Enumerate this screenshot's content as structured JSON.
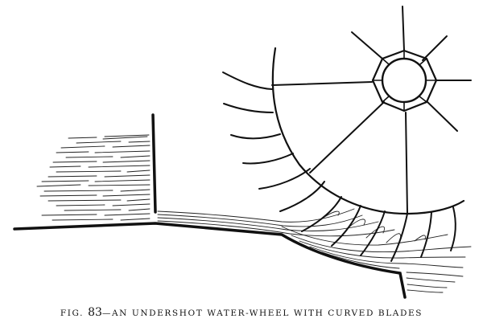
{
  "caption": {
    "prefix": "FIG.",
    "number": "83",
    "dash": "—",
    "text": "AN UNDERSHOT WATER-WHEEL WITH CURVED BLADES"
  },
  "figure": {
    "subject": "undershot water-wheel with curved blades",
    "parts": [
      "wheel-hub",
      "octagonal-hub-collar",
      "spokes",
      "wheel-rim",
      "curved-blades",
      "sluice-gate",
      "head-water",
      "mill-race-channel",
      "tail-water"
    ],
    "ink_color": "#111111",
    "background": "#ffffff"
  }
}
